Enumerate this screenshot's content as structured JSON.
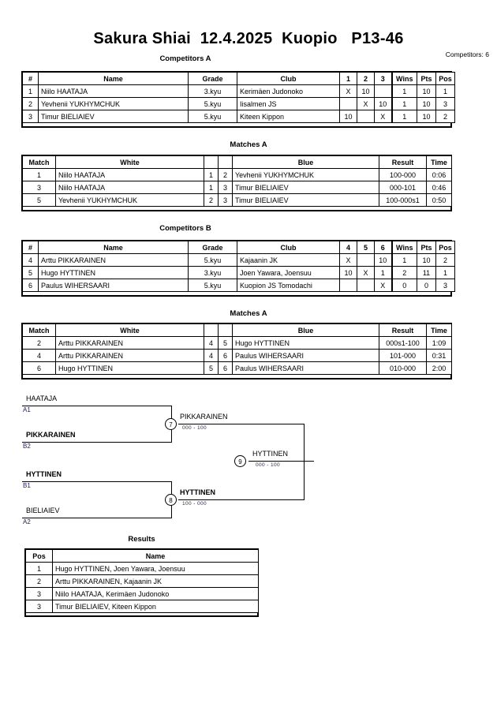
{
  "header": {
    "title": "Sakura Shiai  12.4.2025  Kuopio   P13-46",
    "competitors_label": "Competitors: 6"
  },
  "sections": {
    "competitors_a": "Competitors A",
    "matches_a1": "Matches A",
    "competitors_b": "Competitors B",
    "matches_a2": "Matches A",
    "results": "Results"
  },
  "competitors_a": {
    "headers": [
      "#",
      "Name",
      "Grade",
      "Club",
      "1",
      "2",
      "3",
      "Wins",
      "Pts",
      "Pos"
    ],
    "rows": [
      {
        "num": "1",
        "name": "Niilo HAATAJA",
        "grade": "3.kyu",
        "club": "Kerimäen Judonoko",
        "m1": "X",
        "m2": "10",
        "m3": "",
        "wins": "1",
        "pts": "10",
        "pos": "1"
      },
      {
        "num": "2",
        "name": "Yevhenii YUKHYMCHUK",
        "grade": "5.kyu",
        "club": "Iisalmen JS",
        "m1": "",
        "m2": "X",
        "m3": "10",
        "wins": "1",
        "pts": "10",
        "pos": "3"
      },
      {
        "num": "3",
        "name": "Timur BIELIAIEV",
        "grade": "5.kyu",
        "club": "Kiteen Kippon",
        "m1": "10",
        "m2": "",
        "m3": "X",
        "wins": "1",
        "pts": "10",
        "pos": "2"
      }
    ]
  },
  "matches_a1": {
    "headers": [
      "Match",
      "White",
      "",
      "",
      "Blue",
      "Result",
      "Time"
    ],
    "rows": [
      {
        "match": "1",
        "white": "Niilo HAATAJA",
        "white_bold": true,
        "wnum": "1",
        "bnum": "2",
        "blue": "Yevhenii YUKHYMCHUK",
        "blue_bold": false,
        "result": "100-000",
        "time": "0:06"
      },
      {
        "match": "3",
        "white": "Niilo HAATAJA",
        "white_bold": false,
        "wnum": "1",
        "bnum": "3",
        "blue": "Timur BIELIAIEV",
        "blue_bold": true,
        "result": "000-101",
        "time": "0:46"
      },
      {
        "match": "5",
        "white": "Yevhenii YUKHYMCHUK",
        "white_bold": true,
        "wnum": "2",
        "bnum": "3",
        "blue": "Timur BIELIAIEV",
        "blue_bold": false,
        "result": "100-000s1",
        "time": "0:50"
      }
    ]
  },
  "competitors_b": {
    "headers": [
      "#",
      "Name",
      "Grade",
      "Club",
      "4",
      "5",
      "6",
      "Wins",
      "Pts",
      "Pos"
    ],
    "rows": [
      {
        "num": "4",
        "name": "Arttu PIKKARAINEN",
        "grade": "5.kyu",
        "club": "Kajaanin JK",
        "m1": "X",
        "m2": "",
        "m3": "10",
        "wins": "1",
        "pts": "10",
        "pos": "2"
      },
      {
        "num": "5",
        "name": "Hugo HYTTINEN",
        "grade": "3.kyu",
        "club": "Joen Yawara, Joensuu",
        "m1": "10",
        "m2": "X",
        "m3": "1",
        "wins": "2",
        "pts": "11",
        "pos": "1"
      },
      {
        "num": "6",
        "name": "Paulus WIHERSAARI",
        "grade": "5.kyu",
        "club": "Kuopion JS Tomodachi",
        "m1": "",
        "m2": "",
        "m3": "X",
        "wins": "0",
        "pts": "0",
        "pos": "3"
      }
    ]
  },
  "matches_a2": {
    "headers": [
      "Match",
      "White",
      "",
      "",
      "Blue",
      "Result",
      "Time"
    ],
    "rows": [
      {
        "match": "2",
        "white": "Arttu PIKKARAINEN",
        "white_bold": false,
        "wnum": "4",
        "bnum": "5",
        "blue": "Hugo HYTTINEN",
        "blue_bold": true,
        "result": "000s1-100",
        "time": "1:09"
      },
      {
        "match": "4",
        "white": "Arttu PIKKARAINEN",
        "white_bold": true,
        "wnum": "4",
        "bnum": "6",
        "blue": "Paulus WIHERSAARI",
        "blue_bold": false,
        "result": "101-000",
        "time": "0:31"
      },
      {
        "match": "6",
        "white": "Hugo HYTTINEN",
        "white_bold": true,
        "wnum": "5",
        "bnum": "6",
        "blue": "Paulus WIHERSAARI",
        "blue_bold": false,
        "result": "010-000",
        "time": "2:00"
      }
    ]
  },
  "bracket": {
    "entries": [
      {
        "name": "HAATAJA",
        "seed": "A1",
        "bold": false
      },
      {
        "name": "PIKKARAINEN",
        "seed": "B2",
        "bold": true
      },
      {
        "name": "HYTTINEN",
        "seed": "B1",
        "bold": true
      },
      {
        "name": "BIELIAIEV",
        "seed": "A2",
        "bold": false
      }
    ],
    "nodes": [
      {
        "number": "7",
        "winner": "PIKKARAINEN",
        "score": "000 - 100",
        "bold": false
      },
      {
        "number": "8",
        "winner": "HYTTINEN",
        "score": "100 - 000",
        "bold": true
      },
      {
        "number": "9",
        "winner": "HYTTINEN",
        "score": "000 - 100",
        "bold": false
      }
    ]
  },
  "results": {
    "headers": [
      "Pos",
      "Name"
    ],
    "rows": [
      {
        "pos": "1",
        "name": "Hugo HYTTINEN, Joen Yawara, Joensuu"
      },
      {
        "pos": "2",
        "name": "Arttu PIKKARAINEN, Kajaanin JK"
      },
      {
        "pos": "3",
        "name": "Niilo HAATAJA, Kerimäen Judonoko"
      },
      {
        "pos": "3",
        "name": "Timur BIELIAIEV, Kiteen Kippon"
      }
    ]
  }
}
